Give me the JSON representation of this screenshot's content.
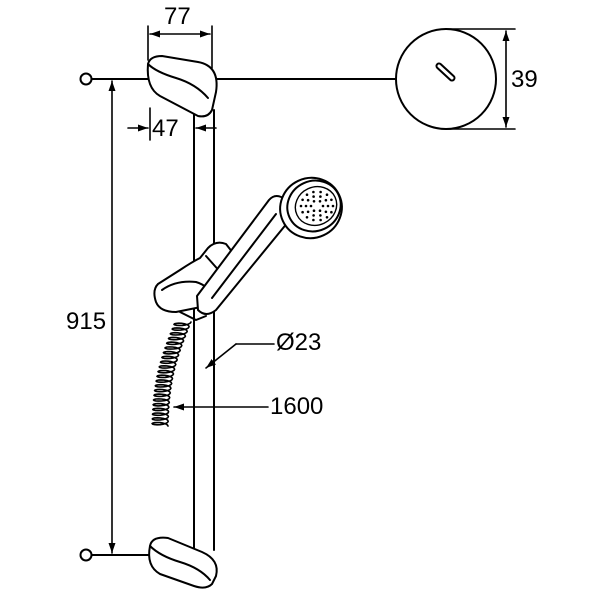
{
  "colors": {
    "line": "#000000",
    "background": "#ffffff"
  },
  "dimensions": {
    "bracket_width": "77",
    "bracket_offset": "47",
    "escutcheon_height": "39",
    "total_height": "915",
    "rail_diameter": "Ø23",
    "hose_length": "1600"
  }
}
